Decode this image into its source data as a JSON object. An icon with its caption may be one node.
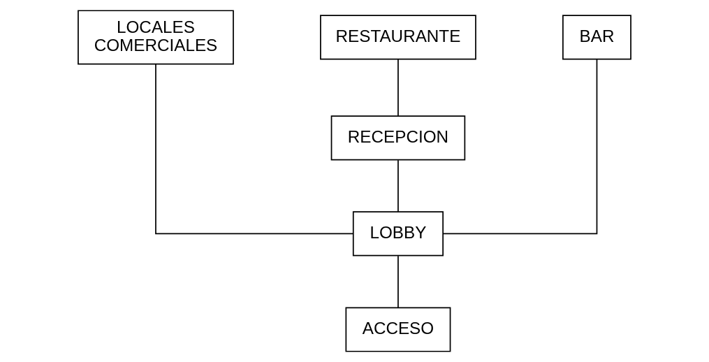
{
  "diagram": {
    "nodes": [
      {
        "text": [
          "LOCALES COMERCIALES"
        ]
      },
      {
        "text": [
          "RESTAURANTE"
        ]
      },
      {
        "text": [
          "BAR"
        ]
      },
      {
        "text": [
          "RECEPCION"
        ]
      },
      {
        "text": [
          "LOBBY"
        ]
      },
      {
        "text": [
          "ACCESO"
        ]
      }
    ],
    "edges": [
      {
        "from": 1,
        "to": 3,
        "arrow": "none"
      },
      {
        "from": 3,
        "to": 4,
        "arrow": "none"
      },
      {
        "from": 0,
        "to": 4,
        "arrow": "none"
      },
      {
        "from": 4,
        "to": 2,
        "arrow": "none"
      },
      {
        "from": 4,
        "to": 5,
        "arrow": "none"
      }
    ]
  }
}
